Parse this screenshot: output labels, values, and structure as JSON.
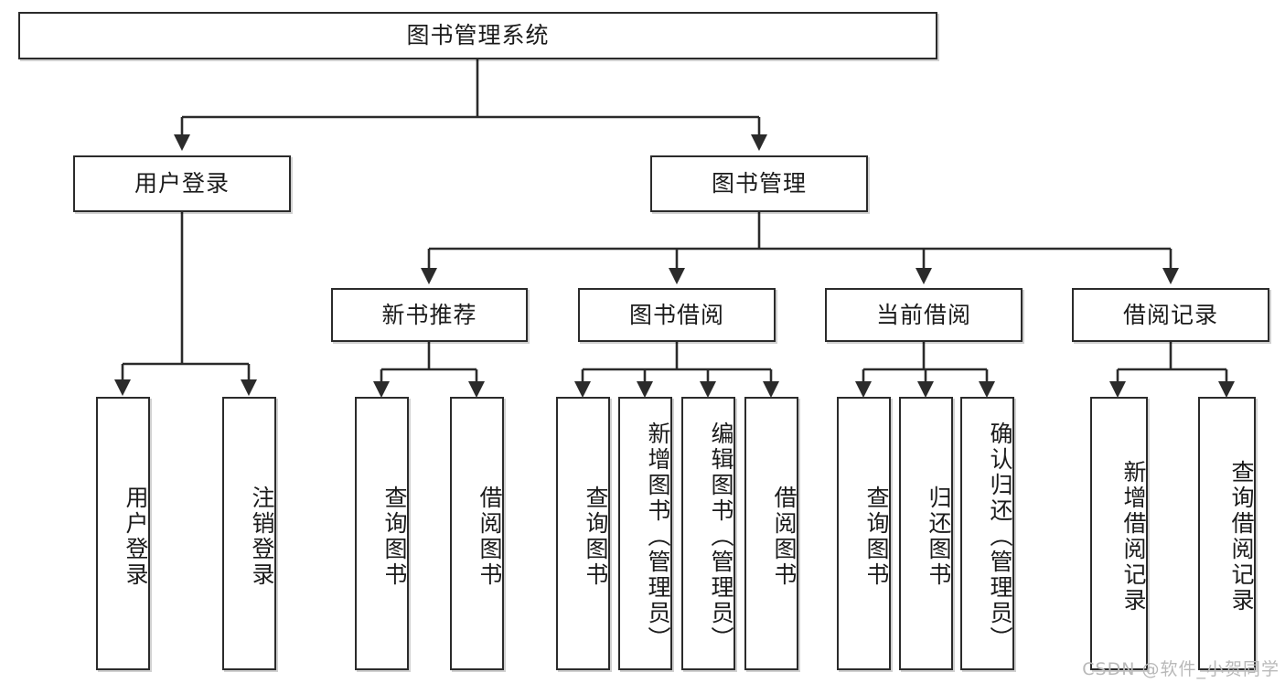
{
  "diagram": {
    "type": "tree-hierarchy-chart",
    "title": "图书管理系统",
    "orientation": "top-down",
    "line_color": "#2b2b2b",
    "box_fill": "#ffffff",
    "text_color": "#1b1b1b",
    "watermark": "CSDN @软件_小贺同学"
  },
  "nodes": {
    "root": {
      "label": "图书管理系统",
      "level": 1
    },
    "level2": [
      {
        "id": "user-login",
        "label": "用户登录"
      },
      {
        "id": "book-manage",
        "label": "图书管理"
      }
    ],
    "level3": [
      {
        "id": "new-book-recommend",
        "label": "新书推荐",
        "parent": "book-manage"
      },
      {
        "id": "book-borrow",
        "label": "图书借阅",
        "parent": "book-manage"
      },
      {
        "id": "current-borrow",
        "label": "当前借阅",
        "parent": "book-manage"
      },
      {
        "id": "borrow-record",
        "label": "借阅记录",
        "parent": "book-manage"
      }
    ],
    "leaves": {
      "user-login": [
        {
          "id": "leaf-user-login",
          "label": "用户登录"
        },
        {
          "id": "leaf-user-logout",
          "label": "注销登录"
        }
      ],
      "new-book-recommend": [
        {
          "id": "leaf-query-book-1",
          "label": "查询图书"
        },
        {
          "id": "leaf-borrow-book-1",
          "label": "借阅图书"
        }
      ],
      "book-borrow": [
        {
          "id": "leaf-query-book-2",
          "label": "查询图书"
        },
        {
          "id": "leaf-add-book",
          "label": "新增图书（管理员）"
        },
        {
          "id": "leaf-edit-book",
          "label": "编辑图书（管理员）"
        },
        {
          "id": "leaf-borrow-book-2",
          "label": "借阅图书"
        }
      ],
      "current-borrow": [
        {
          "id": "leaf-query-book-3",
          "label": "查询图书"
        },
        {
          "id": "leaf-return-book",
          "label": "归还图书"
        },
        {
          "id": "leaf-confirm-return",
          "label": "确认归还（管理员）"
        }
      ],
      "borrow-record": [
        {
          "id": "leaf-add-record",
          "label": "新增借阅记录"
        },
        {
          "id": "leaf-query-record",
          "label": "查询借阅记录"
        }
      ]
    }
  }
}
